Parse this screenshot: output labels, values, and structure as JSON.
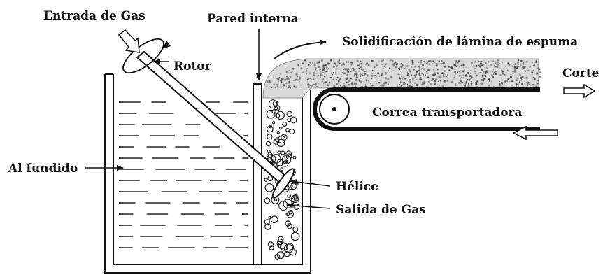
{
  "labels": {
    "gas_inlet": "Entrada de Gas",
    "inner_wall": "Pared interna",
    "foam_solidification": "Solidificación de lámina de espuma",
    "rotor": "Rotor",
    "cut": "Corte",
    "conveyor": "Correa transportadora",
    "molten_al": "Al fundido",
    "propeller": "Hélice",
    "gas_outlet": "Salida de Gas"
  }
}
